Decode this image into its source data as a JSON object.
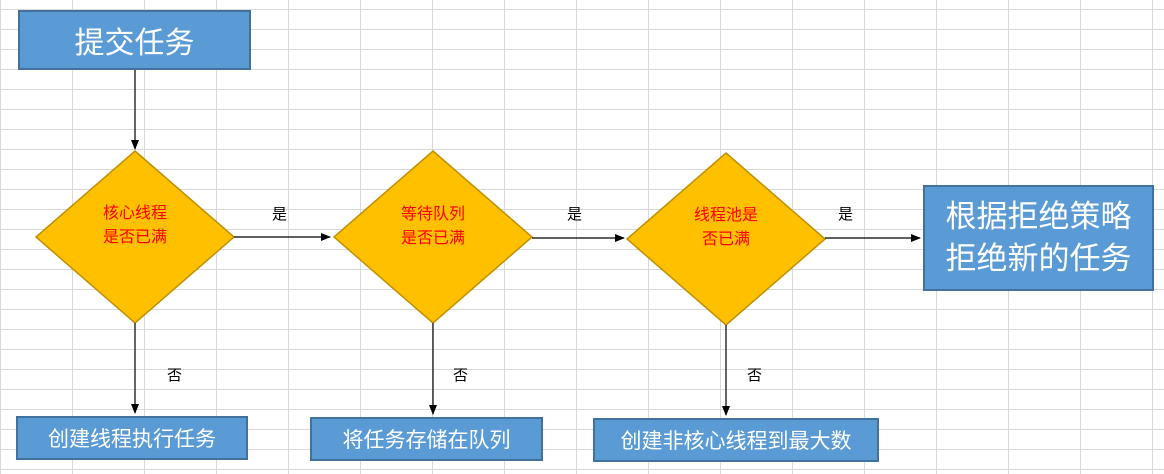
{
  "start": {
    "label": "提交任务"
  },
  "decisions": [
    {
      "line1": "核心线程",
      "line2": "是否已满"
    },
    {
      "line1": "等待队列",
      "line2": "是否已满"
    },
    {
      "line1": "线程池是",
      "line2": "否已满"
    }
  ],
  "yes_label": "是",
  "no_label": "否",
  "outcomes": [
    {
      "label": "创建线程执行任务"
    },
    {
      "label": "将任务存储在队列"
    },
    {
      "label": "创建非核心线程到最大数"
    }
  ],
  "reject": {
    "line1": "根据拒绝策略",
    "line2": "拒绝新的任务"
  },
  "colors": {
    "box_fill": "#5b9bd5",
    "box_border": "#41719c",
    "diamond_fill": "#ffc000",
    "diamond_border": "#bf9000",
    "decision_text": "#ff0000",
    "grid": "#d9d9d9"
  }
}
